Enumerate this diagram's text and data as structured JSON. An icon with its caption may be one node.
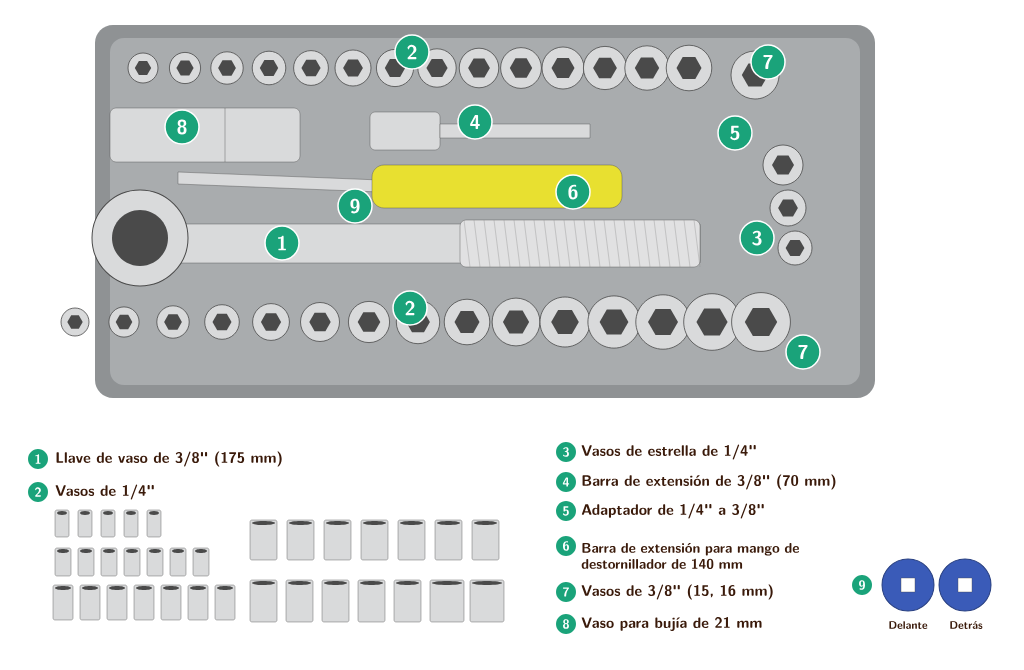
{
  "diagram": {
    "labels": [
      "2",
      "7",
      "8",
      "4",
      "5",
      "6",
      "9",
      "3",
      "1",
      "2",
      "7",
      "1",
      "Llave de vaso de 3/8\" (175 mm)",
      "2",
      "Vasos de 1/4\"",
      "3",
      "Vasos de estrella de 1/4\"",
      "4",
      "Barra de extensión de 3/8\" (70 mm)",
      "5",
      "Adaptador de 1/4\" a 3/8\"",
      "6",
      "Barra de extensión para mango de destornillador de 140 mm",
      "7",
      "Vasos de 3/8\" (15, 16 mm)",
      "8",
      "Vaso para bujía de 21 mm",
      "9",
      "Delante",
      "Detrás"
    ]
  }
}
